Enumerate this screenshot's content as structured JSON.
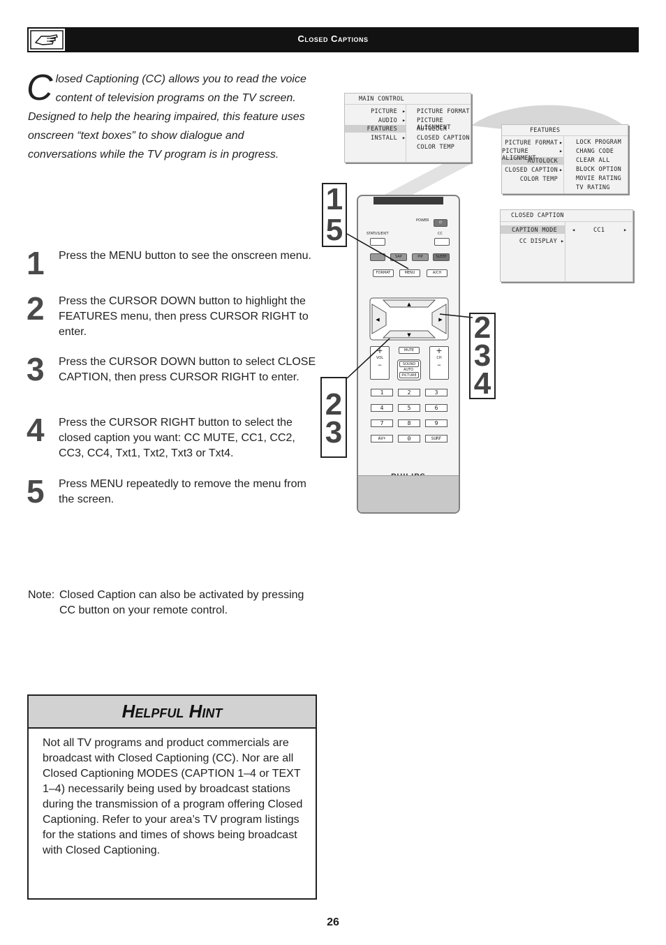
{
  "header": {
    "title": "Closed Captions",
    "icon": "pointing-hand-icon"
  },
  "intro": {
    "dropcap": "C",
    "text": "losed Captioning (CC) allows you to read the voice content of television programs on the TV screen. Designed to help the hearing impaired, this feature uses onscreen “text boxes” to show dialogue and conversations while the TV program is in progress."
  },
  "steps": [
    {
      "num": "1",
      "text": "Press the MENU button to see the onscreen menu."
    },
    {
      "num": "2",
      "text": "Press the CURSOR DOWN button to highlight the FEATURES menu, then press CURSOR RIGHT to enter."
    },
    {
      "num": "3",
      "text": "Press the CURSOR DOWN button to select CLOSE CAPTION, then press CURSOR RIGHT to enter."
    },
    {
      "num": "4",
      "text": "Press the CURSOR RIGHT button to select the closed caption you want: CC MUTE, CC1, CC2, CC3, CC4, Txt1, Txt2, Txt3 or Txt4."
    },
    {
      "num": "5",
      "text": "Press MENU repeatedly to remove the menu from the screen."
    }
  ],
  "note": {
    "label": "Note:",
    "text": "Closed Caption can also be activated by pressing CC button on your remote control."
  },
  "hint": {
    "title": "Helpful Hint",
    "text": "Not all TV programs and product commercials are broadcast with Closed Captioning (CC). Nor are all Closed Captioning MODES (CAPTION 1–4 or TEXT 1–4) necessarily being used by broadcast stations during the transmission of a program offering Closed Captioning. Refer to your area’s TV program listings for the stations and times of shows being broadcast with Closed Captioning."
  },
  "page_number": "26",
  "main_menu": {
    "title": "MAIN CONTROL",
    "items": [
      "PICTURE",
      "AUDIO",
      "FEATURES",
      "INSTALL"
    ],
    "sub": [
      "PICTURE FORMAT",
      "PICTURE ALIGNMENT",
      "AUTOLOCK",
      "CLOSED CAPTION",
      "COLOR TEMP"
    ]
  },
  "features_menu": {
    "title": "FEATURES",
    "items": [
      "PICTURE FORMAT",
      "PICTURE ALIGNMENT",
      "AUTOLOCK",
      "CLOSED CAPTION",
      "COLOR TEMP"
    ],
    "sub": [
      "LOCK PROGRAM",
      "CHANG CODE",
      "CLEAR ALL",
      "BLOCK OPTION",
      "MOVIE RATING",
      "TV RATING"
    ]
  },
  "caption_menu": {
    "title": "CLOSED CAPTION",
    "items": [
      "CAPTION MODE",
      "CC DISPLAY"
    ],
    "value": "CC1"
  },
  "callouts": {
    "left_top": "1\n5",
    "right": "2\n3\n4",
    "left_bottom": "2\n3"
  },
  "remote": {
    "brand": "PHILIPS",
    "power": "POWER",
    "status_exit": "STATUS/EXIT",
    "cc": "CC",
    "row1": [
      "SAP",
      "PIP",
      "SLEEP"
    ],
    "row2": [
      "FORMAT",
      "MENU",
      "A/CH"
    ],
    "vol": "VOL",
    "ch": "CH",
    "mute": "MUTE",
    "sound": "SOUND",
    "auto": "AUTO",
    "picture": "PICTURE",
    "keys": [
      "1",
      "2",
      "3",
      "4",
      "5",
      "6",
      "7",
      "8",
      "9",
      "AV+",
      "0",
      "SURF"
    ]
  }
}
